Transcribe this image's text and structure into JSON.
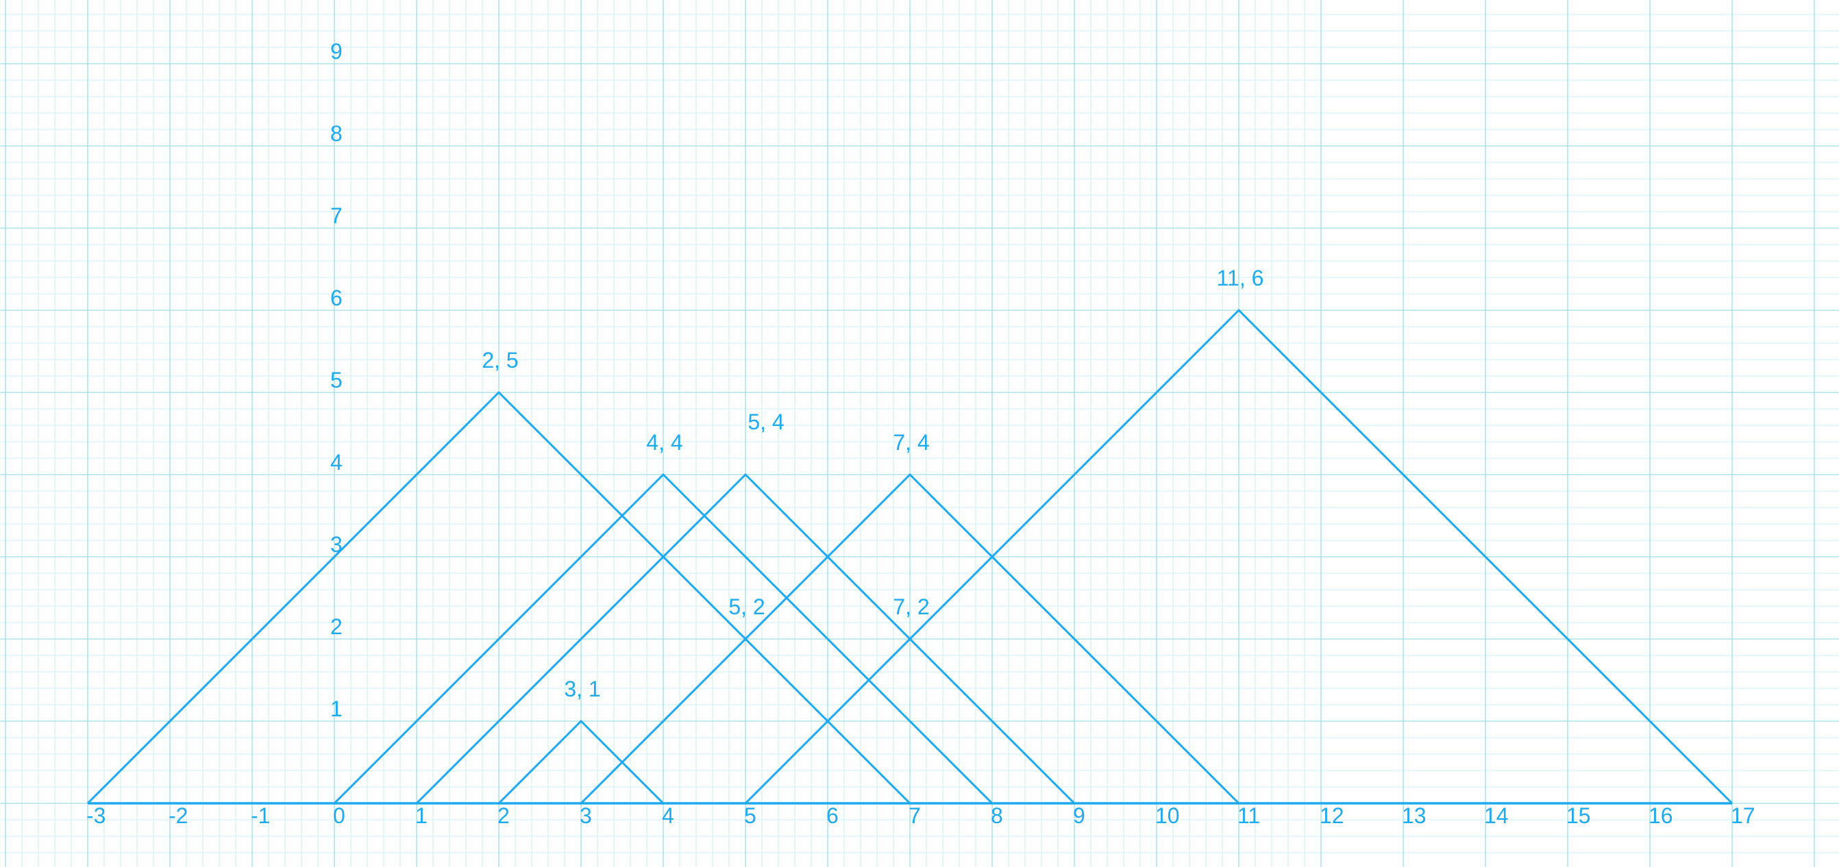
{
  "diagram": {
    "x_ticks": [
      "-3",
      "-2",
      "-1",
      "0",
      "1",
      "2",
      "3",
      "4",
      "5",
      "6",
      "7",
      "8",
      "9",
      "10",
      "11",
      "12",
      "13",
      "14",
      "15",
      "16",
      "17"
    ],
    "y_ticks": [
      "1",
      "2",
      "3",
      "4",
      "5",
      "6",
      "7",
      "8",
      "9"
    ],
    "triangles": [
      {
        "peak": [
          2,
          5
        ],
        "base": [
          -3,
          7
        ],
        "label": "2, 5"
      },
      {
        "peak": [
          4,
          4
        ],
        "base": [
          0,
          8
        ],
        "label": "4, 4"
      },
      {
        "peak": [
          5,
          4
        ],
        "base": [
          1,
          9
        ],
        "label": "5, 4"
      },
      {
        "peak": [
          7,
          4
        ],
        "base": [
          3,
          11
        ],
        "label": "7, 4"
      },
      {
        "peak": [
          11,
          6
        ],
        "base": [
          5,
          17
        ],
        "label": "11, 6"
      },
      {
        "peak": [
          3,
          1
        ],
        "base": [
          2,
          4
        ],
        "label": "3, 1"
      }
    ],
    "point_labels": [
      {
        "at": [
          5,
          2
        ],
        "label": "5, 2"
      },
      {
        "at": [
          7,
          2
        ],
        "label": "7, 2"
      }
    ],
    "colors": {
      "line": "#1eaaf1",
      "grid_minor": "#c8f0f6",
      "grid_major": "#9edbe6"
    }
  }
}
